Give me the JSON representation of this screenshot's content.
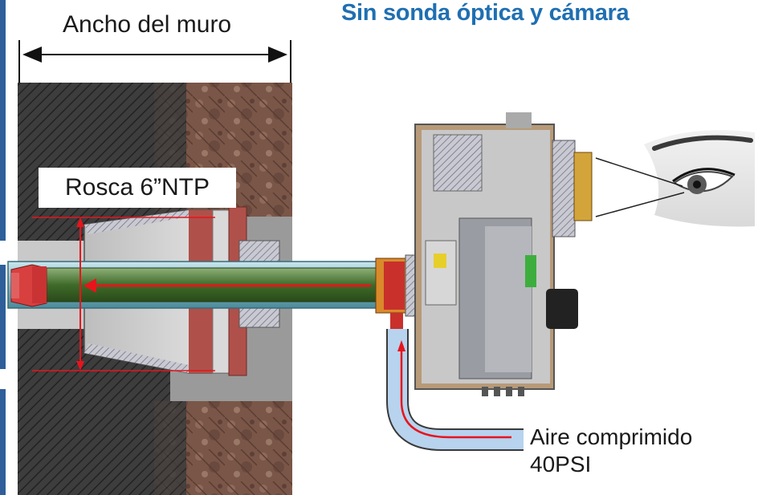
{
  "title": "Sin sonda óptica y cámara",
  "labels": {
    "wall_width": "Ancho del muro",
    "thread": "Rosca 6”NTP",
    "air_line1": "Aire comprimido",
    "air_line2": "40PSI"
  },
  "colors": {
    "title": "#1f6fb2",
    "arrow_red": "#e8141c",
    "tube_green": "#3f6b2a",
    "hose_blue": "#b7d3ee",
    "sidebar_blue": "#2e5f9a"
  },
  "icons": [
    "eye-illustration"
  ]
}
